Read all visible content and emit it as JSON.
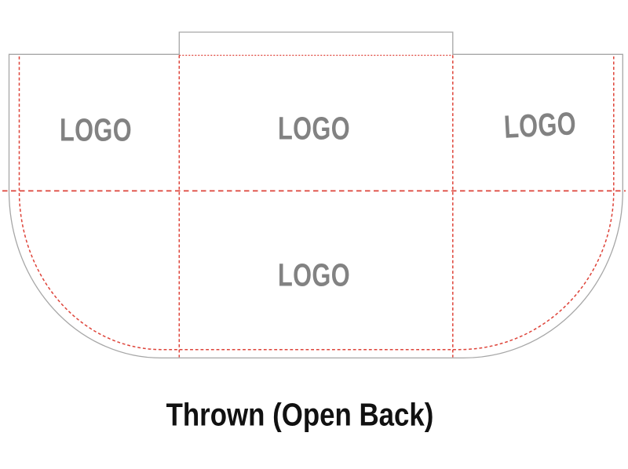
{
  "diagram": {
    "caption": "Thrown (Open Back)",
    "placeholders": [
      {
        "position": "left-panel",
        "label": "LOGO"
      },
      {
        "position": "front-top",
        "label": "LOGO"
      },
      {
        "position": "right-panel",
        "label": "LOGO"
      },
      {
        "position": "front-bottom",
        "label": "LOGO"
      }
    ],
    "colors": {
      "background": "#ffffff",
      "outline_gray": "#a6a6a6",
      "imprint_line_red": "#de4339",
      "logo_gray": "#828282",
      "caption_black": "#111111"
    }
  }
}
